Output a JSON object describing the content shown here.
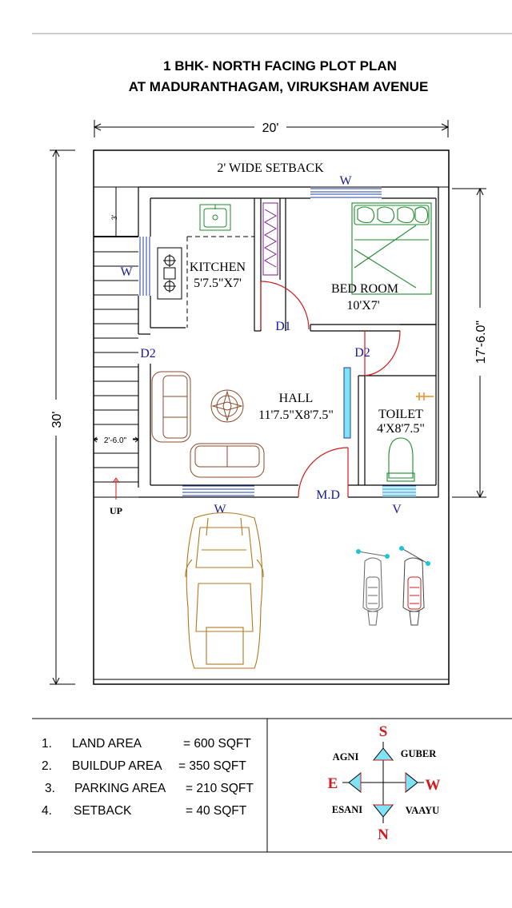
{
  "title": {
    "line1": "1 BHK- NORTH FACING PLOT PLAN",
    "line2": "AT MADURANTHAGAM, VIRUKSHAM AVENUE"
  },
  "dimensions": {
    "width": "20'",
    "depth": "30'",
    "house_depth": "17'-6.0\"",
    "stair_rise": "3'",
    "stair_width": "2'-6.0\""
  },
  "labels": {
    "setback": "2' WIDE SETBACK",
    "kitchen": "KITCHEN",
    "kitchen_size": "5'7.5\"X7'",
    "bedroom": "BED ROOM",
    "bedroom_size": "10'X7'",
    "hall": "HALL",
    "hall_size": "11'7.5\"X8'7.5\"",
    "toilet": "TOILET",
    "toilet_size": "4'X8'7.5\"",
    "up": "UP"
  },
  "openings": {
    "window_top": "W",
    "window_kitchen": "W",
    "window_hall": "W",
    "door_d1": "D1",
    "door_d2_left": "D2",
    "door_d2_right": "D2",
    "main_door": "M.D",
    "ventilator": "V"
  },
  "area_table": [
    {
      "num": "1.",
      "label": "LAND AREA",
      "value": "= 600 SQFT"
    },
    {
      "num": "2.",
      "label": "BUILDUP AREA",
      "value": "= 350 SQFT"
    },
    {
      "num": "3.",
      "label": "PARKING AREA",
      "value": "= 210 SQFT"
    },
    {
      "num": "4.",
      "label": "SETBACK",
      "value": "= 40 SQFT"
    }
  ],
  "compass": {
    "s": "S",
    "n": "N",
    "e": "E",
    "w": "W",
    "agni": "AGNI",
    "guber": "GUBER",
    "esani": "ESANI",
    "vaayu": "VAAYU"
  },
  "colors": {
    "wall": "#000000",
    "door_arc": "#d11a1a",
    "window": "#1e3fa8",
    "window_fill": "#7fe3f5",
    "bed": "#1c8a2c",
    "sofa": "#8a4a2a",
    "car": "#b5771c",
    "wardrobe": "#7a1e8a",
    "label_blue": "#1a1a9a",
    "compass_red": "#d11a1a"
  }
}
